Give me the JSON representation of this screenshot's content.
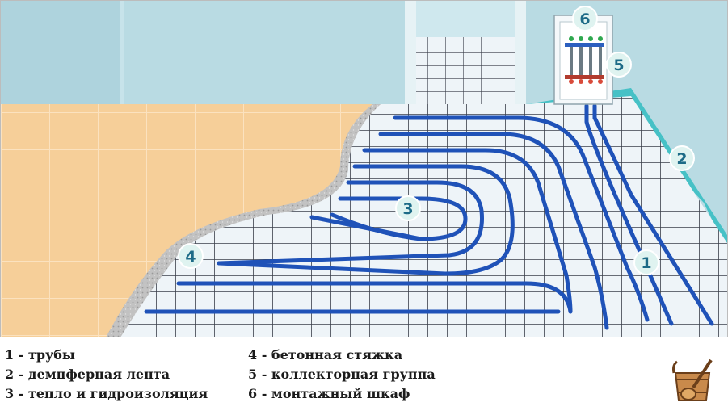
{
  "callouts": {
    "c1": "1",
    "c2": "2",
    "c3": "3",
    "c4": "4",
    "c5": "5",
    "c6": "6"
  },
  "legend": {
    "left": [
      "1 - трубы",
      "2 - демпферная лента",
      "3 - тепло и гидроизоляция"
    ],
    "right": [
      "4 - бетонная стяжка",
      "5 - коллекторная группа",
      "6 - монтажный шкаф"
    ]
  },
  "colors": {
    "pipe": "#1f52b8",
    "wall": "#b9dbe3",
    "tile": "#f6cf99",
    "screed": "#bdbdbd",
    "grid_floor": "#eef4f8",
    "callout_fill": "#dff3f0",
    "callout_text": "#1d6b87"
  },
  "icons": {
    "logo": "sauna-bucket-ladle-icon"
  }
}
